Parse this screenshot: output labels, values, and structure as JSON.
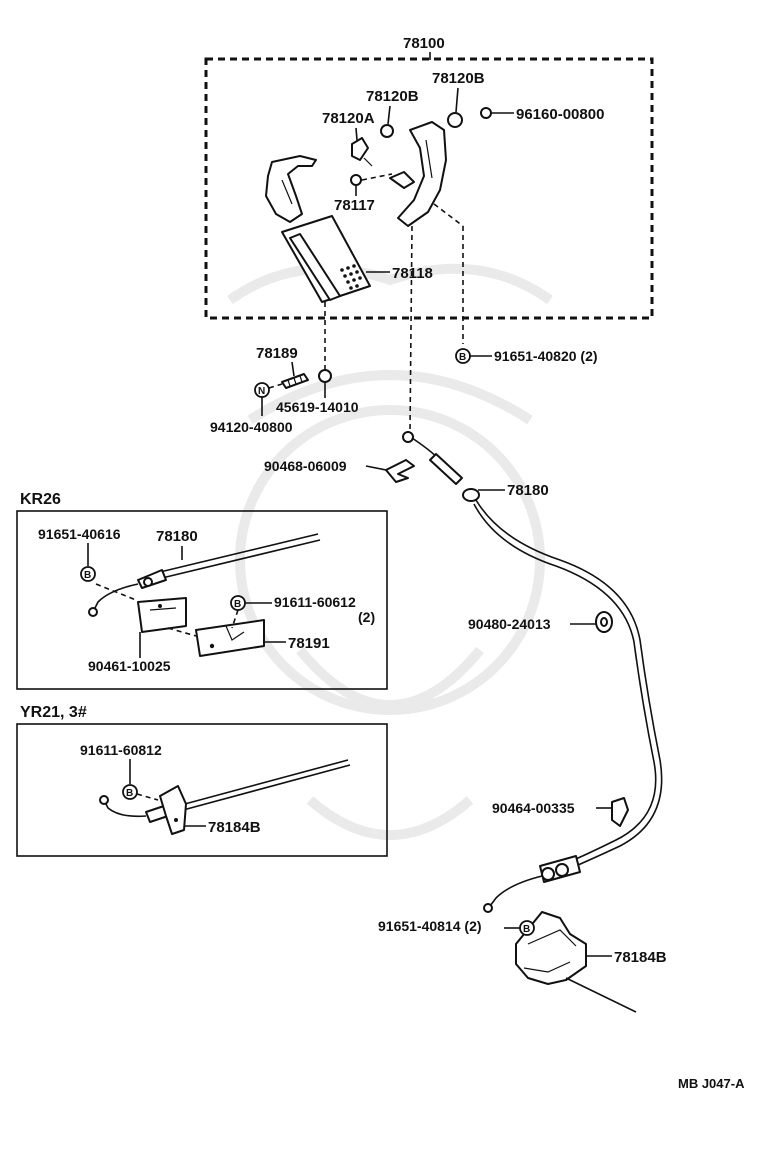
{
  "diagram": {
    "assembly_number": "78100",
    "labels": {
      "p78120B_a": "78120B",
      "p78120B_b": "78120B",
      "p78120A": "78120A",
      "p96160": "96160-00800",
      "p78117": "78117",
      "p78118": "78118",
      "p78189": "78189",
      "p91651_40820": "91651-40820 (2)",
      "p45619": "45619-14010",
      "p94120": "94120-40800",
      "p90468": "90468-06009",
      "p78180_main": "78180",
      "p90480": "90480-24013",
      "p90464": "90464-00335",
      "p91651_40814": "91651-40814 (2)",
      "p78184B_main": "78184B"
    },
    "kr26": {
      "title": "KR26",
      "p91651_40616": "91651-40616",
      "p78180": "78180",
      "p91611_60612": "91611-60612",
      "qty": "(2)",
      "p78191": "78191",
      "p90461": "90461-10025"
    },
    "yr21": {
      "title": "YR21, 3#",
      "p91611_60812": "91611-60812",
      "p78184B": "78184B"
    },
    "callout_letters": {
      "B": "B",
      "N": "N"
    },
    "reference_code": "MB J047-A"
  }
}
